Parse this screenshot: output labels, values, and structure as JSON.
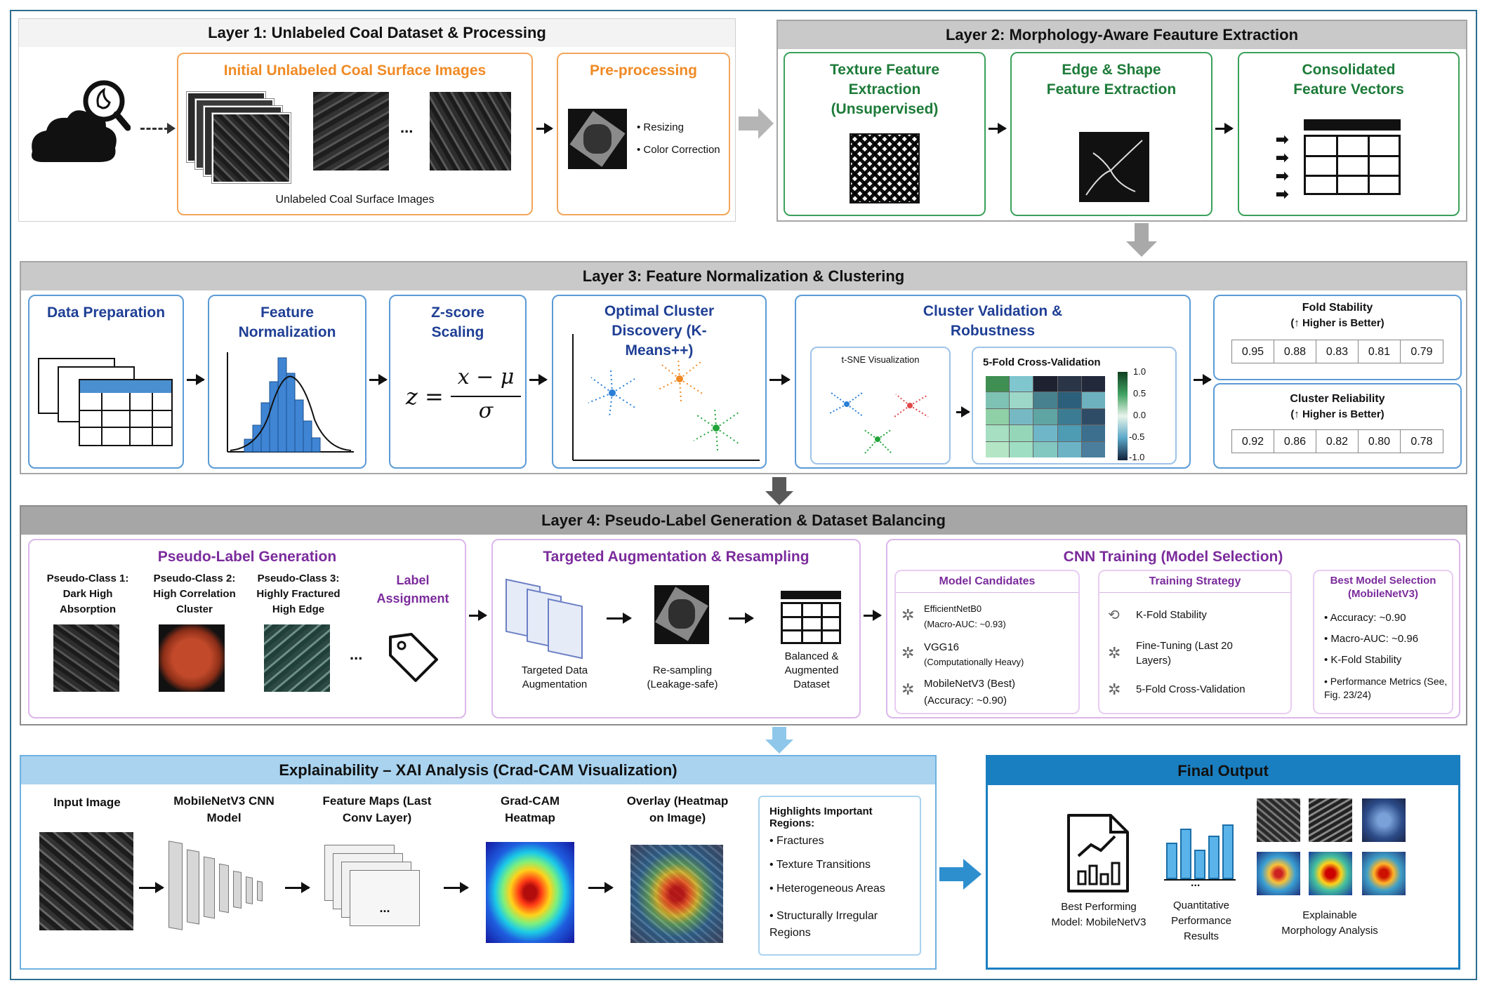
{
  "layer1": {
    "title": "Layer 1: Unlabeled Coal Dataset & Processing",
    "initial_images_title": "Initial Unlabeled Coal Surface Images",
    "ellipsis": "...",
    "images_caption": "Unlabeled Coal Surface Images",
    "preprocessing_title": "Pre-processing",
    "preprocessing_items": [
      "Resizing",
      "Color Correction"
    ]
  },
  "layer2": {
    "title": "Layer 2: Morphology-Aware Feauture Extraction",
    "texture_title": "Texture Feature Extraction (Unsupervised)",
    "edge_title": "Edge & Shape Feature Extraction",
    "consolidated_title": "Consolidated Feature Vectors"
  },
  "layer3": {
    "title": "Layer 3: Feature Normalization & Clustering",
    "data_prep_title": "Data Preparation",
    "feature_norm_title": "Feature Normalization",
    "zscore_title": "Z-score Scaling",
    "zscore_formula_lhs": "z =",
    "zscore_numerator": "x − μ",
    "zscore_denominator": "σ",
    "cluster_title": "Optimal Cluster Discovery (K-Means++)",
    "validation_title": "Cluster Validation & Robustness",
    "tsne_label": "t-SNE Visualization",
    "cv_label": "5-Fold Cross-Validation",
    "colorbar_ticks": [
      "1.0",
      "0.5",
      "0.0",
      "-0.5",
      "-1.0"
    ],
    "fold_stability_title": "Fold Stability",
    "fold_stability_sub": "(↑ Higher is Better)",
    "fold_stability_values": [
      "0.95",
      "0.88",
      "0.83",
      "0.81",
      "0.79"
    ],
    "cluster_reliability_title": "Cluster Reliability",
    "cluster_reliability_sub": "(↑ Higher is Better)",
    "cluster_reliability_values": [
      "0.92",
      "0.86",
      "0.82",
      "0.80",
      "0.78"
    ]
  },
  "layer4": {
    "title": "Layer 4: Pseudo-Label Generation & Dataset Balancing",
    "pseudo_title": "Pseudo-Label Generation",
    "classes": [
      {
        "label": "Pseudo-Class 1: Dark High Absorption"
      },
      {
        "label": "Pseudo-Class 2: High Correlation Cluster"
      },
      {
        "label": "Pseudo-Class 3: Highly Fractured High Edge"
      }
    ],
    "ellipsis": "...",
    "label_assignment": "Label Assignment",
    "augmentation_title": "Targeted Augmentation & Resampling",
    "aug_label": "Targeted Data Augmentation",
    "resampling_label": "Re-sampling (Leakage-safe)",
    "balanced_label": "Balanced & Augmented Dataset",
    "cnn_title": "CNN Training (Model Selection)",
    "model_candidates_title": "Model Candidates",
    "model_candidates": [
      {
        "name": "EfficientNetB0",
        "note": "(Macro-AUC: ~0.93)"
      },
      {
        "name": "VGG16",
        "note": "(Computationally Heavy)"
      },
      {
        "name": "MobileNetV3 (Best)",
        "note": "(Accuracy: ~0.90)"
      }
    ],
    "training_title": "Training Strategy",
    "training_items": [
      "K-Fold Stability",
      "Fine-Tuning (Last 20 Layers)",
      "5-Fold Cross-Validation"
    ],
    "best_title": "Best Model Selection (MobileNetV3)",
    "best_items": [
      "Accuracy: ~0.90",
      "Macro-AUC: ~0.96",
      "K-Fold Stability",
      "Performance Metrics (See, Fig. 23/24)"
    ]
  },
  "xai": {
    "title": "Explainability – XAI Analysis (Crad-CAM Visualization)",
    "input_label": "Input Image",
    "cnn_label": "MobileNetV3 CNN Model",
    "fmaps_label": "Feature Maps (Last Conv Layer)",
    "fmaps_ellipsis": "...",
    "gradcam_label": "Grad-CAM Heatmap",
    "overlay_label": "Overlay (Heatmap on Image)",
    "highlights_title": "Highlights Important Regions:",
    "highlights": [
      "Fractures",
      "Texture Transitions",
      "Heterogeneous Areas",
      "Structurally Irregular Regions"
    ]
  },
  "final": {
    "title": "Final Output",
    "best_model": "Best Performing Model: MobileNetV3",
    "quant": "Quantitative Performance Results",
    "quant_ellipsis": "...",
    "explainable": "Explainable Morphology Analysis"
  },
  "colors": {
    "orange": "#f08a24",
    "green": "#2f9a4a",
    "blue_title": "#1f3f95",
    "blue_border": "#5b9bd5",
    "purple": "#7b2b9c",
    "purple_border": "#d8b6e6",
    "gray_header": "#c9c9c9",
    "xai_header": "#a9d3ef",
    "final_header": "#1a7fc0"
  }
}
